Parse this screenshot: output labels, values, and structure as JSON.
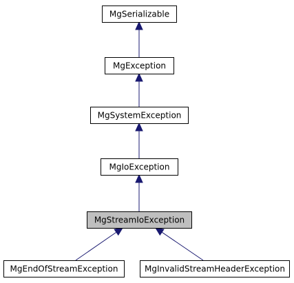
{
  "diagram": {
    "type": "inheritance",
    "edge_color": "#191970",
    "highlight_fill": "#bfbfbf",
    "nodes": [
      {
        "id": "MgSerializable",
        "label": "MgSerializable",
        "highlighted": false
      },
      {
        "id": "MgException",
        "label": "MgException",
        "highlighted": false
      },
      {
        "id": "MgSystemException",
        "label": "MgSystemException",
        "highlighted": false
      },
      {
        "id": "MgIoException",
        "label": "MgIoException",
        "highlighted": false
      },
      {
        "id": "MgStreamIoException",
        "label": "MgStreamIoException",
        "highlighted": true
      },
      {
        "id": "MgEndOfStreamException",
        "label": "MgEndOfStreamException",
        "highlighted": false
      },
      {
        "id": "MgInvalidStreamHeaderException",
        "label": "MgInvalidStreamHeaderException",
        "highlighted": false
      }
    ],
    "edges": [
      {
        "from": "MgException",
        "to": "MgSerializable"
      },
      {
        "from": "MgSystemException",
        "to": "MgException"
      },
      {
        "from": "MgIoException",
        "to": "MgSystemException"
      },
      {
        "from": "MgStreamIoException",
        "to": "MgIoException"
      },
      {
        "from": "MgEndOfStreamException",
        "to": "MgStreamIoException"
      },
      {
        "from": "MgInvalidStreamHeaderException",
        "to": "MgStreamIoException"
      }
    ]
  }
}
